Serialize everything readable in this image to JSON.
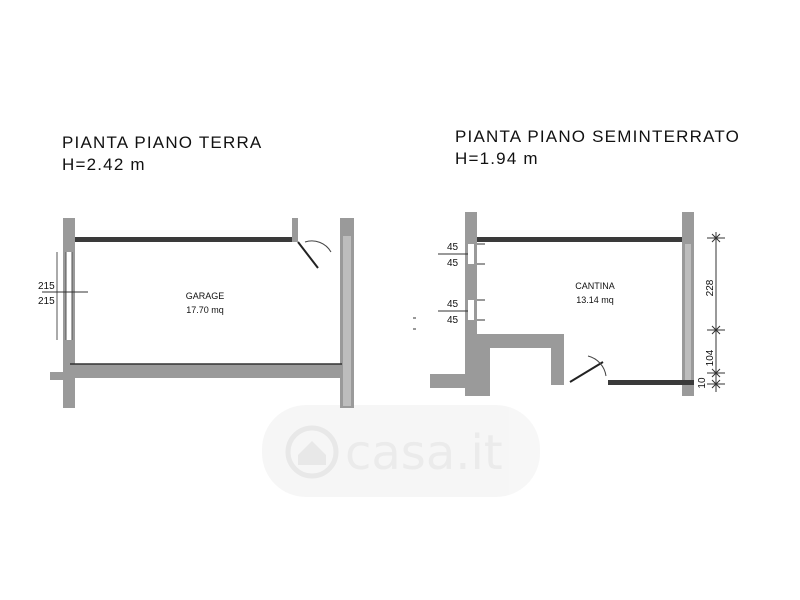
{
  "ground_floor": {
    "title": "PIANTA PIANO TERRA",
    "height": "H=2.42 m",
    "room": {
      "name": "GARAGE",
      "area": "17.70 mq"
    },
    "dims": {
      "opening_top": "215",
      "opening_bottom": "215"
    }
  },
  "basement": {
    "title": "PIANTA PIANO SEMINTERRATO",
    "height": "H=1.94 m",
    "room": {
      "name": "CANTINA",
      "area": "13.14 mq"
    },
    "dims": {
      "window1_top": "45",
      "window1_bottom": "45",
      "window2_top": "45",
      "window2_bottom": "45",
      "side_228": "228",
      "side_104": "104",
      "side_10": "10"
    }
  },
  "watermark": {
    "text": "casa.it",
    "icon": "house-icon"
  }
}
